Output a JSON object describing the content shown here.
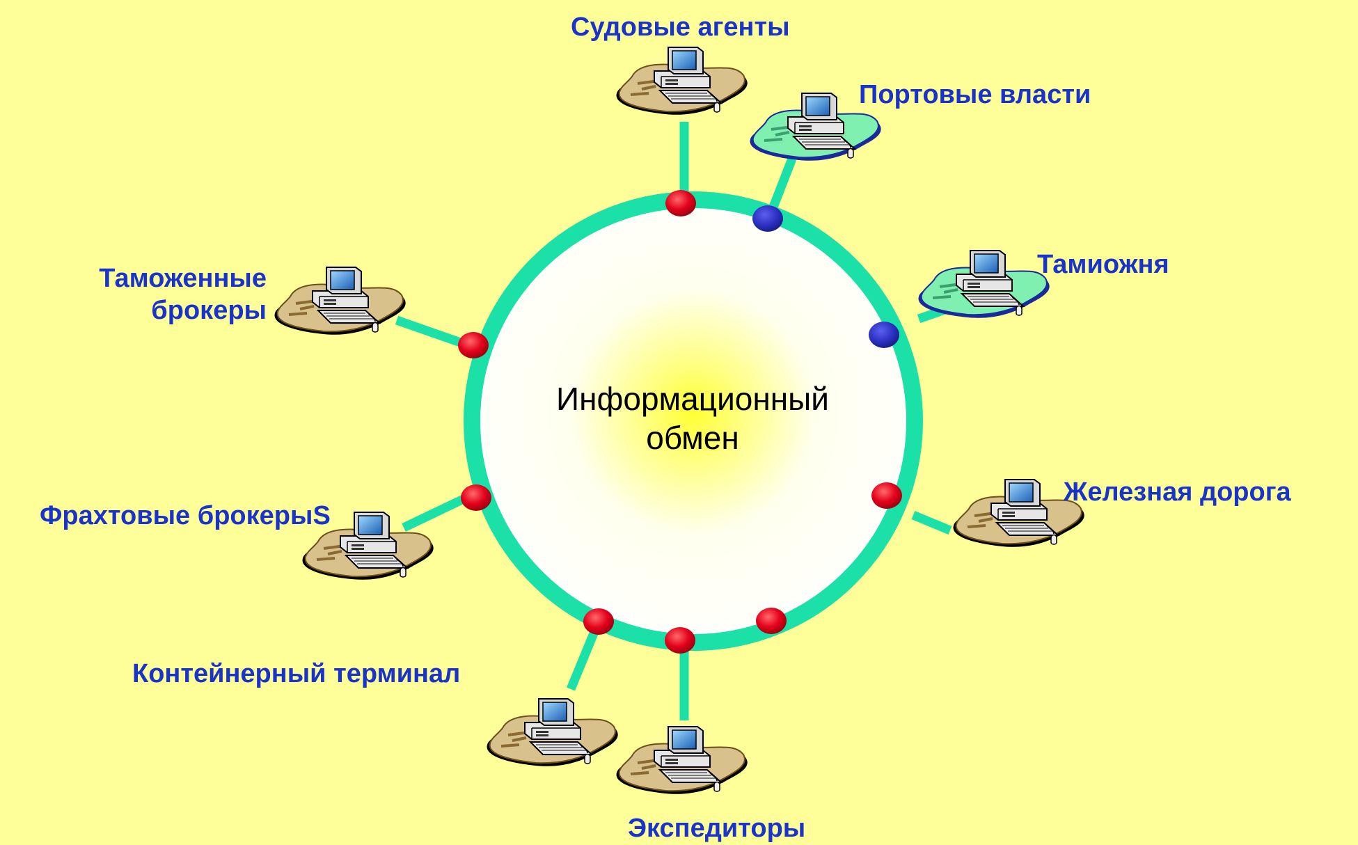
{
  "center": {
    "line1": "Информационный",
    "line2": "обмен"
  },
  "colors": {
    "background": "#ffff99",
    "ring": "#1be0a8",
    "label": "#1a33c8",
    "node_red": "#e3001b",
    "node_blue": "#2a2fc0",
    "pad_tan": "#d9c18c",
    "pad_green": "#7ff0b0"
  },
  "nodes": {
    "ship_agents": {
      "label": "Судовые агенты"
    },
    "port_authorities": {
      "label": "Портовые власти"
    },
    "customs": {
      "label": "Тамиожня"
    },
    "customs_brokers": {
      "line1": "Таможенные",
      "line2": "брокеры"
    },
    "railway": {
      "label": "Железная дорога"
    },
    "freight_brokers": {
      "label": "Фрахтовые брокерыS"
    },
    "container_terminal": {
      "label": "Контейнерный терминал"
    },
    "forwarders": {
      "label": "Экспедиторы"
    }
  }
}
